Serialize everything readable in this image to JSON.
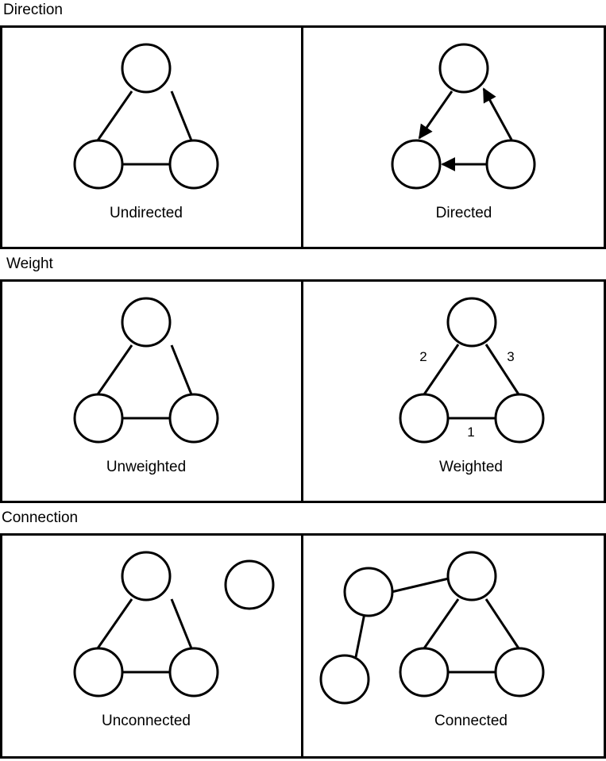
{
  "sections": [
    {
      "title": "Direction",
      "left": {
        "caption": "Undirected"
      },
      "right": {
        "caption": "Directed"
      }
    },
    {
      "title": "Weight",
      "left": {
        "caption": "Unweighted"
      },
      "right": {
        "caption": "Weighted",
        "weights": [
          "2",
          "3",
          "1"
        ]
      }
    },
    {
      "title": "Connection",
      "left": {
        "caption": "Unconnected"
      },
      "right": {
        "caption": "Connected"
      }
    }
  ]
}
